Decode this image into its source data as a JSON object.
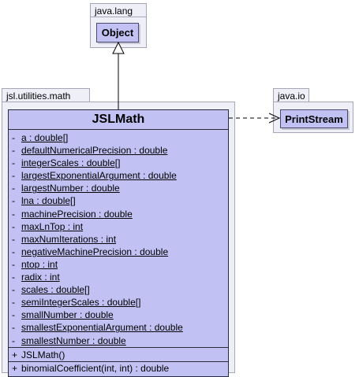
{
  "packages": {
    "java_lang": {
      "name": "java.lang",
      "classes": [
        "Object"
      ]
    },
    "java_io": {
      "name": "java.io",
      "classes": [
        "PrintStream"
      ]
    },
    "jsl_math": {
      "name": "jsl.utilities.math"
    }
  },
  "main_class": {
    "name": "JSLMath",
    "attributes": [
      {
        "vis": "-",
        "text": "a : double[]"
      },
      {
        "vis": "-",
        "text": "defaultNumericalPrecision : double"
      },
      {
        "vis": "-",
        "text": "integerScales : double[]"
      },
      {
        "vis": "-",
        "text": "largestExponentialArgument : double"
      },
      {
        "vis": "-",
        "text": "largestNumber : double"
      },
      {
        "vis": "-",
        "text": "lna : double[]"
      },
      {
        "vis": "-",
        "text": "machinePrecision : double"
      },
      {
        "vis": "-",
        "text": "maxLnTop : int"
      },
      {
        "vis": "-",
        "text": "maxNumIterations : int"
      },
      {
        "vis": "-",
        "text": "negativeMachinePrecision : double"
      },
      {
        "vis": "-",
        "text": "ntop : int"
      },
      {
        "vis": "-",
        "text": "radix : int"
      },
      {
        "vis": "-",
        "text": "scales : double[]"
      },
      {
        "vis": "-",
        "text": "semiIntegerScales : double[]"
      },
      {
        "vis": "-",
        "text": "smallNumber : double"
      },
      {
        "vis": "-",
        "text": "smallestExponentialArgument : double"
      },
      {
        "vis": "-",
        "text": "smallestNumber : double"
      }
    ],
    "operations": [
      {
        "vis": "+",
        "text": "JSLMath()"
      },
      {
        "vis": "+",
        "text": "binomialCoefficient(int, int) : double"
      }
    ]
  },
  "colors": {
    "class_fill": "#c1c1f4",
    "package_fill": "#efeff8",
    "border": "#2a2a3a"
  }
}
